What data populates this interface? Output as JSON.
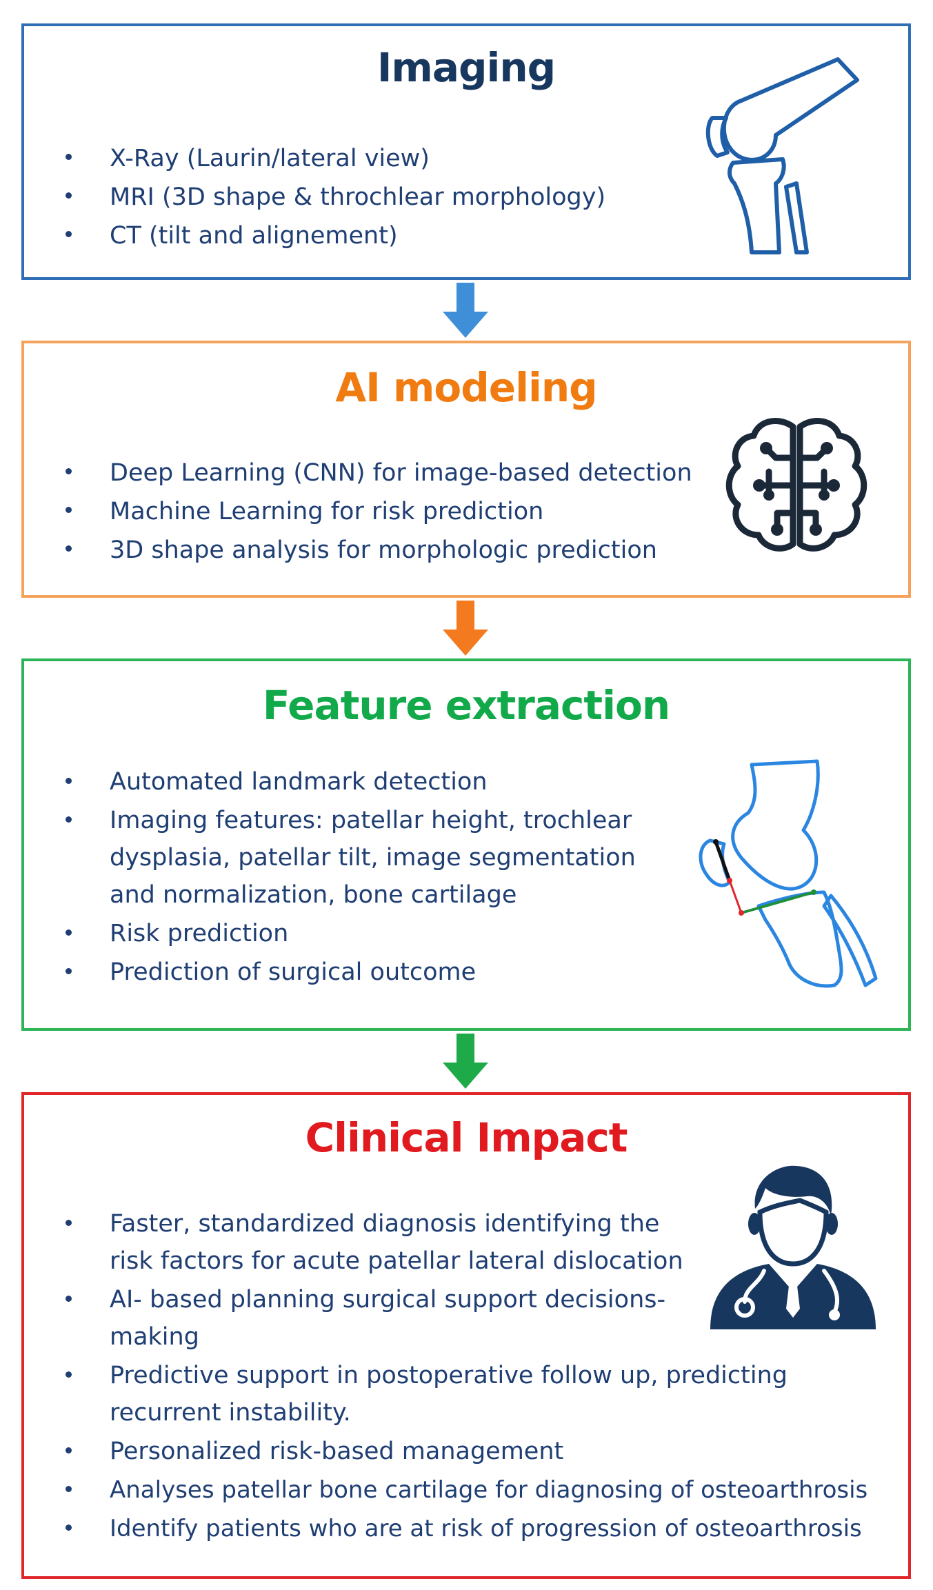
{
  "sections": [
    {
      "title": "Imaging",
      "color": "#17375e",
      "border_color": "#2f6db5",
      "icon": "knee-joint-icon",
      "items": [
        "X-Ray (Laurin/lateral view)",
        "MRI (3D shape & throchlear morphology)",
        "CT (tilt and alignement)"
      ]
    },
    {
      "title": "AI modeling",
      "color": "#f07b11",
      "border_color": "#f5a25a",
      "icon": "brain-circuit-icon",
      "items": [
        "Deep Learning (CNN) for image-based detection",
        "Machine Learning for risk prediction",
        "3D shape analysis for morphologic prediction"
      ]
    },
    {
      "title": "Feature extraction",
      "color": "#12a94a",
      "border_color": "#2db457",
      "icon": "knee-landmark-icon",
      "items": [
        "Automated landmark detection",
        "Imaging features: patellar height, trochlear dysplasia, patellar tilt, image segmentation and normalization, bone cartilage",
        "Risk prediction",
        "Prediction of surgical outcome"
      ]
    },
    {
      "title": "Clinical Impact",
      "color": "#e01a1f",
      "border_color": "#e0262b",
      "icon": "doctor-icon",
      "items": [
        "Faster, standardized diagnosis identifying the risk factors for acute patellar lateral dislocation",
        "AI- based planning surgical support decisions-making",
        "Predictive support in postoperative follow up, predicting recurrent instability.",
        "Personalized risk-based management",
        "Analyses patellar bone cartilage for diagnosing of osteoarthrosis",
        "Identify patients who are at risk of progression of osteoarthrosis"
      ]
    }
  ],
  "arrows": [
    {
      "icon": "arrow-down-icon",
      "color": "#3f8fd8"
    },
    {
      "icon": "arrow-down-icon",
      "color": "#f37a1f"
    },
    {
      "icon": "arrow-down-icon",
      "color": "#1faa4a"
    }
  ]
}
